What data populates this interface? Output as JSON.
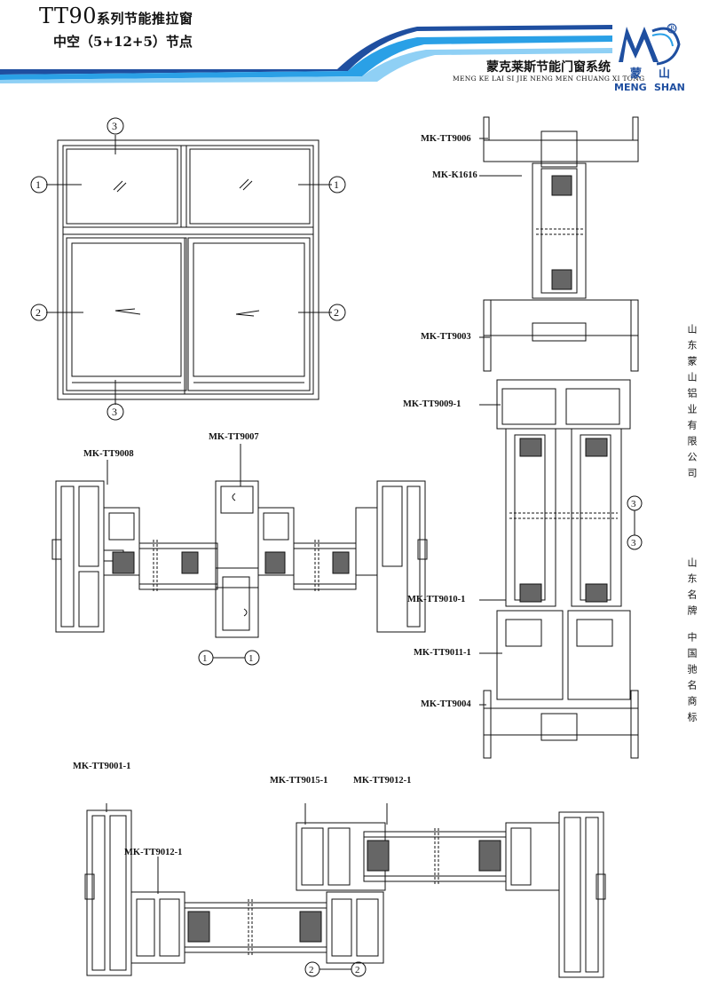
{
  "header": {
    "title_code": "TT90",
    "title_series": "系列节能推拉窗",
    "subtitle": "中空（5+12+5）节点",
    "brand_cn": "蒙克莱斯节能门窗系统",
    "brand_en": "MENG KE LAI SI JIE NENG MEN CHUANG XI TONG",
    "logo_left": "MENG",
    "logo_right": "SHAN",
    "registered": "®",
    "logo_char_left": "蒙",
    "logo_char_right": "山",
    "colors": {
      "brand_blue": "#1f4fa0",
      "accent_blue": "#2aa0e6",
      "line": "#111111"
    }
  },
  "side_text": {
    "company": "山东蒙山铝业有限公司",
    "award_1": "山东名牌",
    "award_2": "中国驰名商标"
  },
  "elevation": {
    "markers": {
      "top": "3",
      "left_top": "1",
      "right_top": "1",
      "left_mid": "2",
      "right_mid": "2",
      "bottom": "3"
    }
  },
  "section_1_1": {
    "labels": {
      "left": "MK-TT9008",
      "center": "MK-TT9007"
    },
    "caption_a": "1",
    "caption_b": "1"
  },
  "section_3_3": {
    "labels": [
      "MK-TT9006",
      "MK-K1616",
      "MK-TT9003",
      "MK-TT9009-1",
      "MK-TT9010-1",
      "MK-TT9011-1",
      "MK-TT9004"
    ],
    "caption_a": "3",
    "caption_b": "3"
  },
  "section_2_2": {
    "labels": [
      "MK-TT9001-1",
      "MK-TT9012-1",
      "MK-TT9015-1",
      "MK-TT9012-1"
    ],
    "caption_a": "2",
    "caption_b": "2"
  }
}
